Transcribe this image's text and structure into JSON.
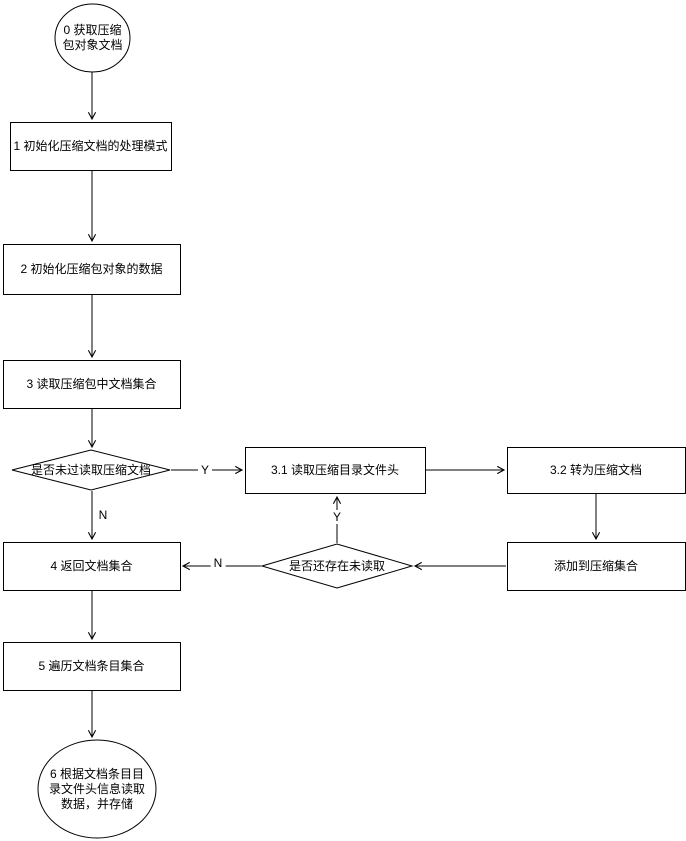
{
  "diagram": {
    "type": "flowchart",
    "colors": {
      "stroke": "#000000",
      "fill": "#ffffff",
      "text": "#000000",
      "background": "#ffffff"
    },
    "nodes": {
      "start": {
        "shape": "circle",
        "label": "0 获取压缩\n包对象文档"
      },
      "step1": {
        "shape": "rect",
        "label": "1 初始化压缩文档的处理模式"
      },
      "step2": {
        "shape": "rect",
        "label": "2 初始化压缩包对象的数据"
      },
      "step3": {
        "shape": "rect",
        "label": "3 读取压缩包中文档集合"
      },
      "decision1": {
        "shape": "diamond",
        "label": "是否未过读取压缩文档"
      },
      "step3_1": {
        "shape": "rect",
        "label": "3.1 读取压缩目录文件头"
      },
      "step3_2": {
        "shape": "rect",
        "label": "3.2 转为压缩文档"
      },
      "add": {
        "shape": "rect",
        "label": "添加到压缩集合"
      },
      "decision2": {
        "shape": "diamond",
        "label": "是否还存在未读取"
      },
      "step4": {
        "shape": "rect",
        "label": "4 返回文档集合"
      },
      "step5": {
        "shape": "rect",
        "label": "5 遍历文档条目集合"
      },
      "end": {
        "shape": "circle",
        "label": "6 根据文档条目目\n录文件头信息读取\n数据，并存储"
      }
    },
    "edge_labels": {
      "decision1_yes": "Y",
      "decision1_no": "N",
      "decision2_yes": "Y",
      "decision2_no": "N"
    }
  }
}
